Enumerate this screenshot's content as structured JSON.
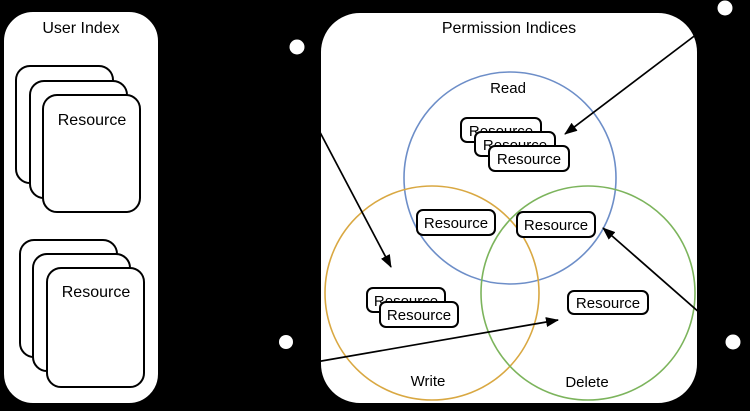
{
  "background_color": "#000000",
  "user_index": {
    "title": "User Index",
    "stacks": [
      {
        "label": "Resource"
      },
      {
        "label": "Resource"
      }
    ]
  },
  "permission_indices": {
    "title": "Permission Indices",
    "read_label": "Read",
    "write_label": "Write",
    "delete_label": "Delete",
    "read_resources": [
      "Resource",
      "Resource",
      "Resource"
    ],
    "read_write_resource": "Resource",
    "read_delete_resource": "Resource",
    "write_resources": [
      "Resource",
      "Resource"
    ],
    "delete_resource": "Resource",
    "colors": {
      "read_circle": "#6d8ec8",
      "write_circle": "#d9a842",
      "delete_circle": "#7cb45c"
    }
  },
  "connection_dots": {
    "color": "#ffffff",
    "count": 4
  }
}
